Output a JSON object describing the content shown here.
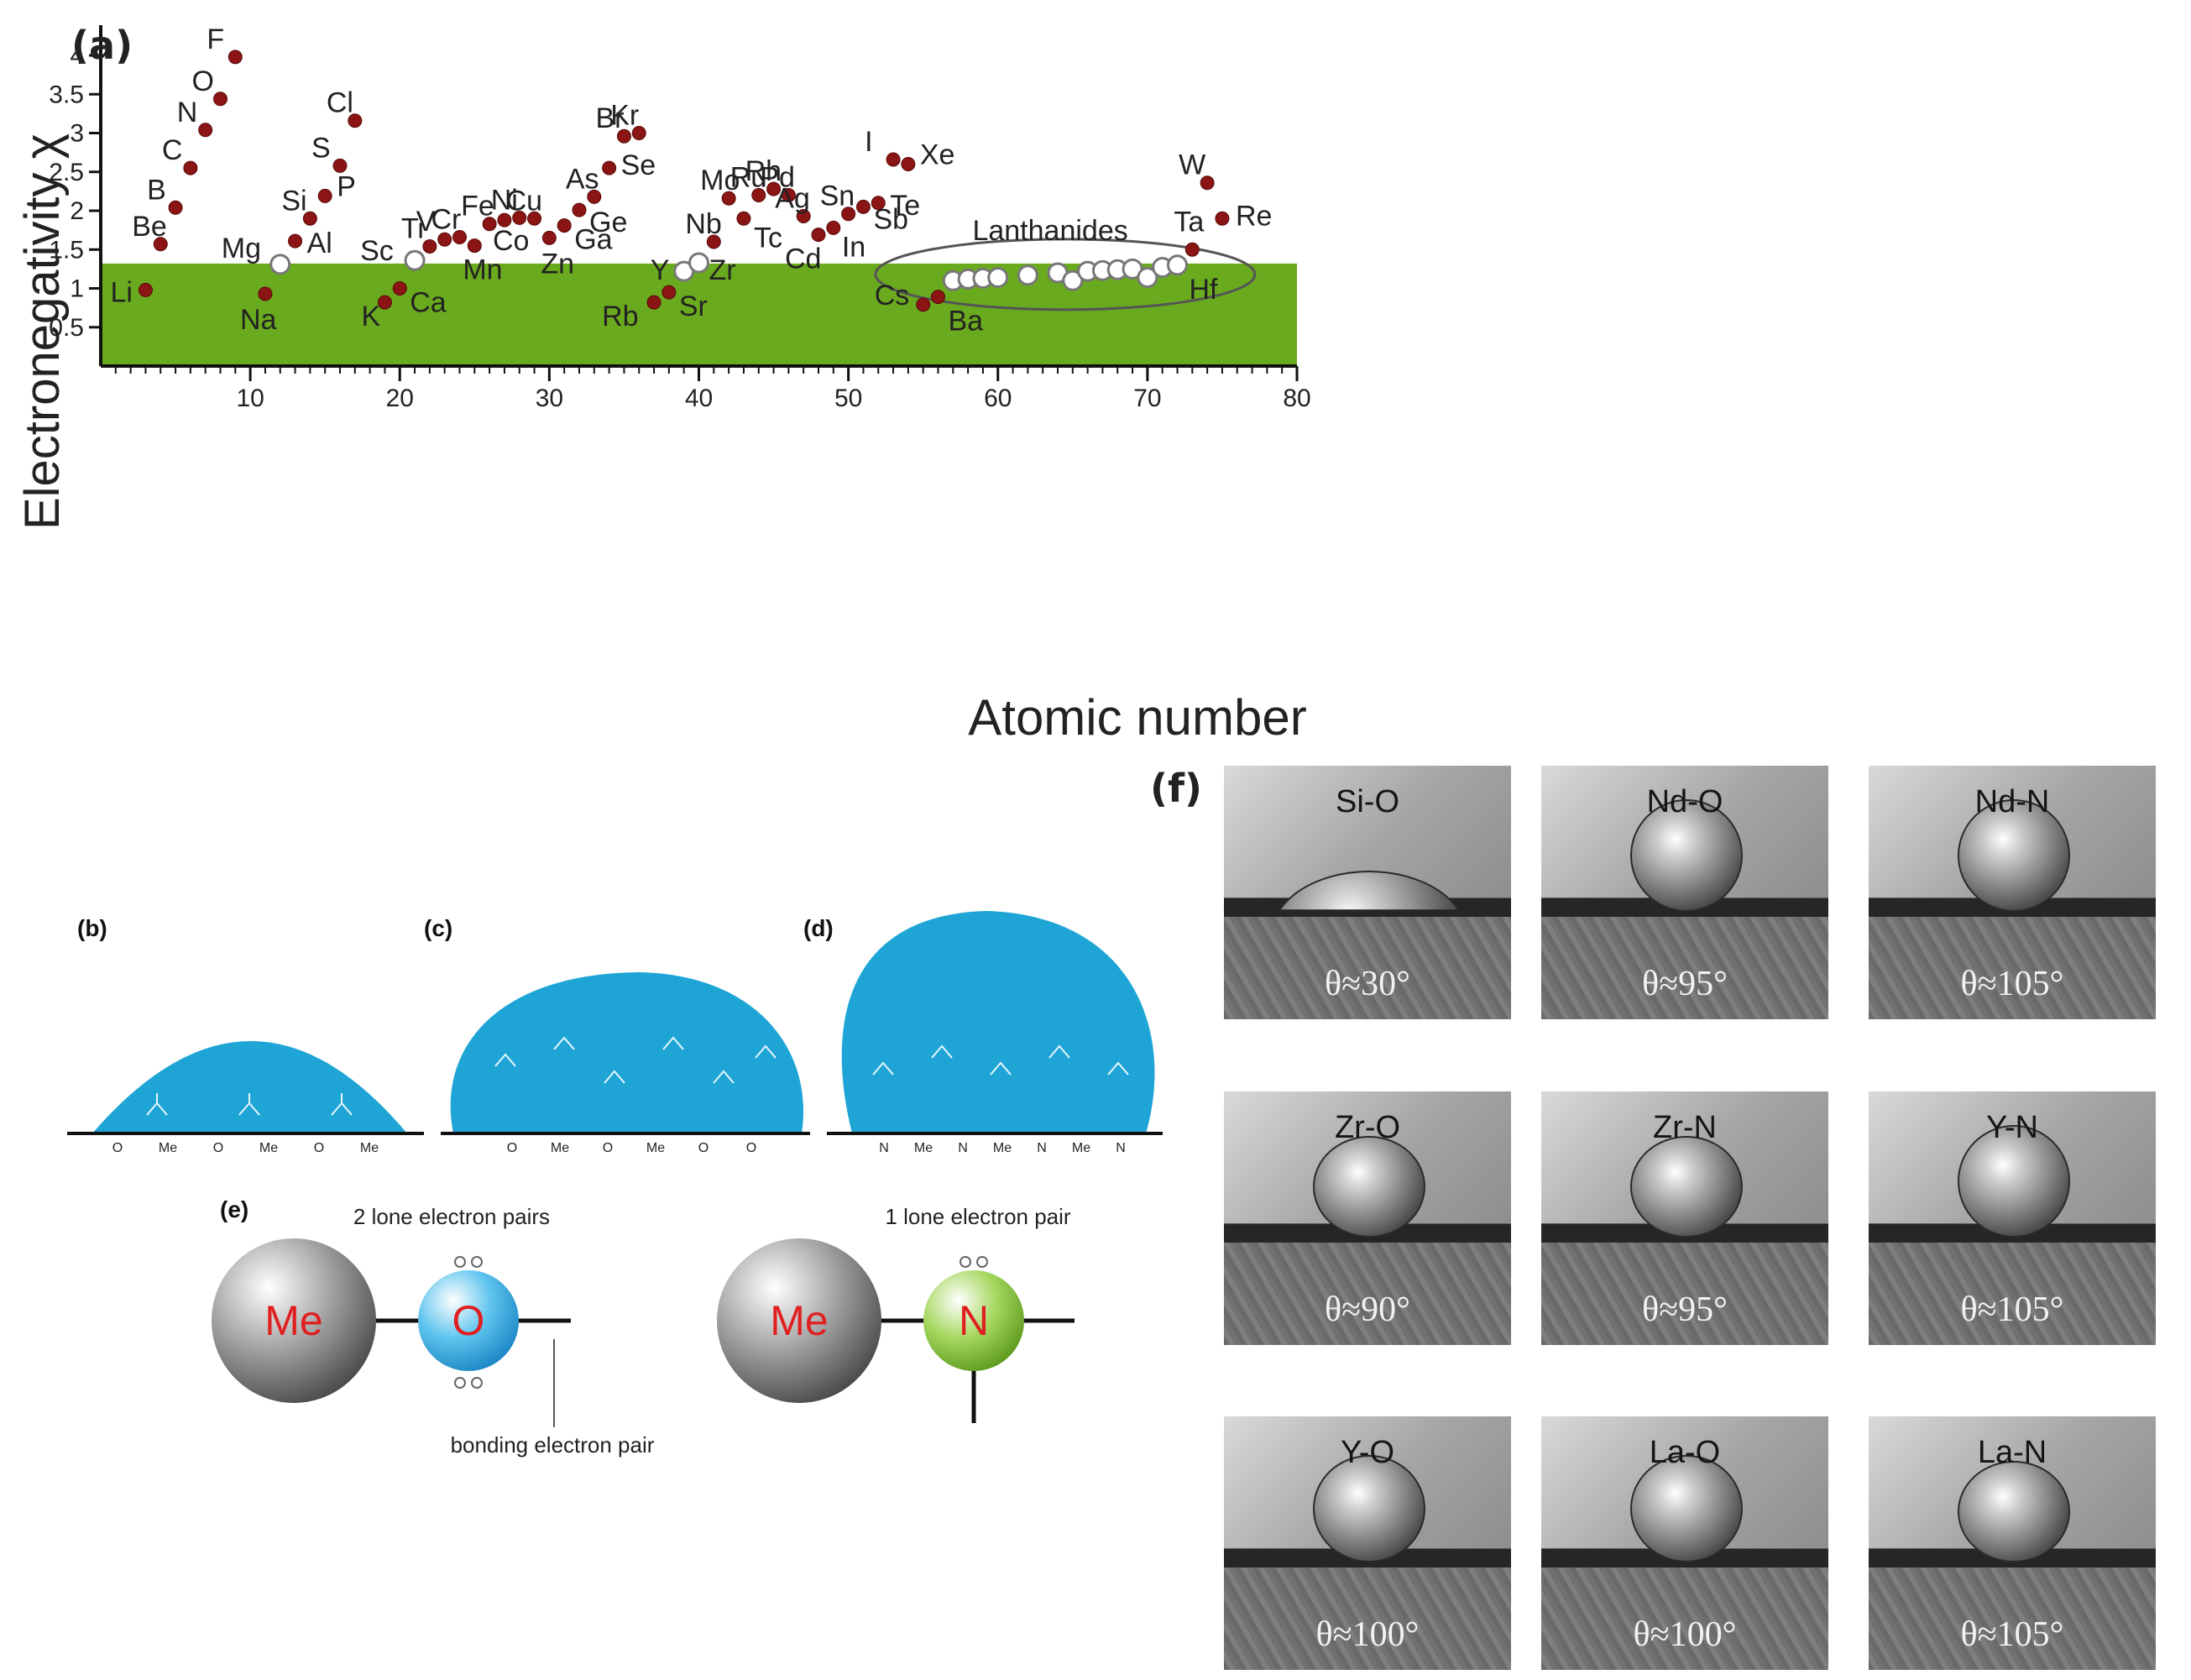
{
  "panel_labels": {
    "a": "(a)",
    "b": "(b)",
    "c": "(c)",
    "d": "(d)",
    "e": "(e)",
    "f": "(f)"
  },
  "chart_data": {
    "type": "scatter",
    "xlabel": "Atomic number",
    "ylabel": "Electronegativity χ",
    "xlim": [
      0,
      80
    ],
    "ylim": [
      0,
      4.4
    ],
    "xticks": [
      10,
      20,
      30,
      40,
      50,
      60,
      70,
      80
    ],
    "yticks": [
      0.5,
      1,
      1.5,
      2,
      2.5,
      3,
      3.5,
      4
    ],
    "band_ymax": 1.32,
    "band_color": "#6aaa1e",
    "series": [
      {
        "marker": "dark-red",
        "color": "#8b1414",
        "points": [
          {
            "x": 3,
            "y": 0.98,
            "label": "Li"
          },
          {
            "x": 4,
            "y": 1.57,
            "label": "Be"
          },
          {
            "x": 5,
            "y": 2.04,
            "label": "B"
          },
          {
            "x": 6,
            "y": 2.55,
            "label": "C"
          },
          {
            "x": 7,
            "y": 3.04,
            "label": "N"
          },
          {
            "x": 8,
            "y": 3.44,
            "label": "O"
          },
          {
            "x": 9,
            "y": 3.98,
            "label": "F"
          },
          {
            "x": 11,
            "y": 0.93,
            "label": "Na"
          },
          {
            "x": 13,
            "y": 1.61,
            "label": "Al"
          },
          {
            "x": 14,
            "y": 1.9,
            "label": "Si"
          },
          {
            "x": 15,
            "y": 2.19,
            "label": "P"
          },
          {
            "x": 16,
            "y": 2.58,
            "label": "S"
          },
          {
            "x": 17,
            "y": 3.16,
            "label": "Cl"
          },
          {
            "x": 19,
            "y": 0.82,
            "label": "K"
          },
          {
            "x": 20,
            "y": 1.0,
            "label": "Ca"
          },
          {
            "x": 22,
            "y": 1.54,
            "label": "Ti"
          },
          {
            "x": 23,
            "y": 1.63,
            "label": "V"
          },
          {
            "x": 24,
            "y": 1.66,
            "label": "Cr"
          },
          {
            "x": 25,
            "y": 1.55,
            "label": "Mn"
          },
          {
            "x": 26,
            "y": 1.83,
            "label": "Fe"
          },
          {
            "x": 27,
            "y": 1.88,
            "label": "Co"
          },
          {
            "x": 28,
            "y": 1.91,
            "label": "Ni"
          },
          {
            "x": 29,
            "y": 1.9,
            "label": "Cu"
          },
          {
            "x": 30,
            "y": 1.65,
            "label": "Zn"
          },
          {
            "x": 31,
            "y": 1.81,
            "label": "Ga"
          },
          {
            "x": 32,
            "y": 2.01,
            "label": "Ge"
          },
          {
            "x": 33,
            "y": 2.18,
            "label": "As"
          },
          {
            "x": 34,
            "y": 2.55,
            "label": "Se"
          },
          {
            "x": 35,
            "y": 2.96,
            "label": "Br"
          },
          {
            "x": 36,
            "y": 3.0,
            "label": "Kr"
          },
          {
            "x": 37,
            "y": 0.82,
            "label": "Rb"
          },
          {
            "x": 38,
            "y": 0.95,
            "label": "Sr"
          },
          {
            "x": 41,
            "y": 1.6,
            "label": "Nb"
          },
          {
            "x": 42,
            "y": 2.16,
            "label": "Mo"
          },
          {
            "x": 43,
            "y": 1.9,
            "label": "Tc"
          },
          {
            "x": 44,
            "y": 2.2,
            "label": "Ru"
          },
          {
            "x": 45,
            "y": 2.28,
            "label": "Rh"
          },
          {
            "x": 46,
            "y": 2.2,
            "label": "Pd"
          },
          {
            "x": 47,
            "y": 1.93,
            "label": "Ag"
          },
          {
            "x": 48,
            "y": 1.69,
            "label": "Cd"
          },
          {
            "x": 49,
            "y": 1.78,
            "label": "In"
          },
          {
            "x": 50,
            "y": 1.96,
            "label": "Sn"
          },
          {
            "x": 51,
            "y": 2.05,
            "label": "Sb"
          },
          {
            "x": 52,
            "y": 2.1,
            "label": "Te"
          },
          {
            "x": 53,
            "y": 2.66,
            "label": "I"
          },
          {
            "x": 54,
            "y": 2.6,
            "label": "Xe"
          },
          {
            "x": 55,
            "y": 0.79,
            "label": "Cs"
          },
          {
            "x": 56,
            "y": 0.89,
            "label": "Ba"
          },
          {
            "x": 73,
            "y": 1.5,
            "label": "Ta"
          },
          {
            "x": 74,
            "y": 2.36,
            "label": "W"
          },
          {
            "x": 75,
            "y": 1.9,
            "label": "Re"
          }
        ]
      },
      {
        "marker": "white",
        "color": "#ffffff",
        "points": [
          {
            "x": 12,
            "y": 1.31,
            "label": "Mg"
          },
          {
            "x": 21,
            "y": 1.36,
            "label": "Sc"
          },
          {
            "x": 39,
            "y": 1.22,
            "label": "Y"
          },
          {
            "x": 40,
            "y": 1.33,
            "label": "Zr"
          },
          {
            "x": 57,
            "y": 1.1,
            "label": ""
          },
          {
            "x": 58,
            "y": 1.12,
            "label": ""
          },
          {
            "x": 59,
            "y": 1.13,
            "label": ""
          },
          {
            "x": 60,
            "y": 1.14,
            "label": ""
          },
          {
            "x": 62,
            "y": 1.17,
            "label": ""
          },
          {
            "x": 64,
            "y": 1.2,
            "label": ""
          },
          {
            "x": 65,
            "y": 1.1,
            "label": ""
          },
          {
            "x": 66,
            "y": 1.22,
            "label": ""
          },
          {
            "x": 67,
            "y": 1.23,
            "label": ""
          },
          {
            "x": 68,
            "y": 1.24,
            "label": ""
          },
          {
            "x": 69,
            "y": 1.25,
            "label": ""
          },
          {
            "x": 70,
            "y": 1.14,
            "label": ""
          },
          {
            "x": 71,
            "y": 1.27,
            "label": ""
          },
          {
            "x": 72,
            "y": 1.3,
            "label": "Hf"
          }
        ]
      }
    ],
    "annotation": "Lanthanides"
  },
  "schematic": {
    "b_substrate": [
      "O",
      "Me",
      "O",
      "Me",
      "O",
      "Me"
    ],
    "c_substrate": [
      "O",
      "Me",
      "O",
      "Me",
      "O",
      "O"
    ],
    "d_substrate": [
      "N",
      "Me",
      "N",
      "Me",
      "N",
      "Me",
      "N"
    ],
    "lone_pairs_O": "2 lone electron pairs",
    "lone_pair_N": "1 lone electron pair",
    "me": "Me",
    "o": "O",
    "n": "N",
    "bonding_pair": "bonding electron pair",
    "drop_color": "#1ea5d6"
  },
  "photos": [
    {
      "label": "Si-O",
      "angle": "θ≈30°",
      "drop_h": 0.38
    },
    {
      "label": "Nd-O",
      "angle": "θ≈95°",
      "drop_h": 1.0
    },
    {
      "label": "Nd-N",
      "angle": "θ≈105°",
      "drop_h": 1.0
    },
    {
      "label": "Zr-O",
      "angle": "θ≈90°",
      "drop_h": 0.9
    },
    {
      "label": "Zr-N",
      "angle": "θ≈95°",
      "drop_h": 0.9
    },
    {
      "label": "Y-N",
      "angle": "θ≈105°",
      "drop_h": 1.0
    },
    {
      "label": "Y-O",
      "angle": "θ≈100°",
      "drop_h": 0.95
    },
    {
      "label": "La-O",
      "angle": "θ≈100°",
      "drop_h": 0.95
    },
    {
      "label": "La-N",
      "angle": "θ≈105°",
      "drop_h": 0.9
    }
  ]
}
